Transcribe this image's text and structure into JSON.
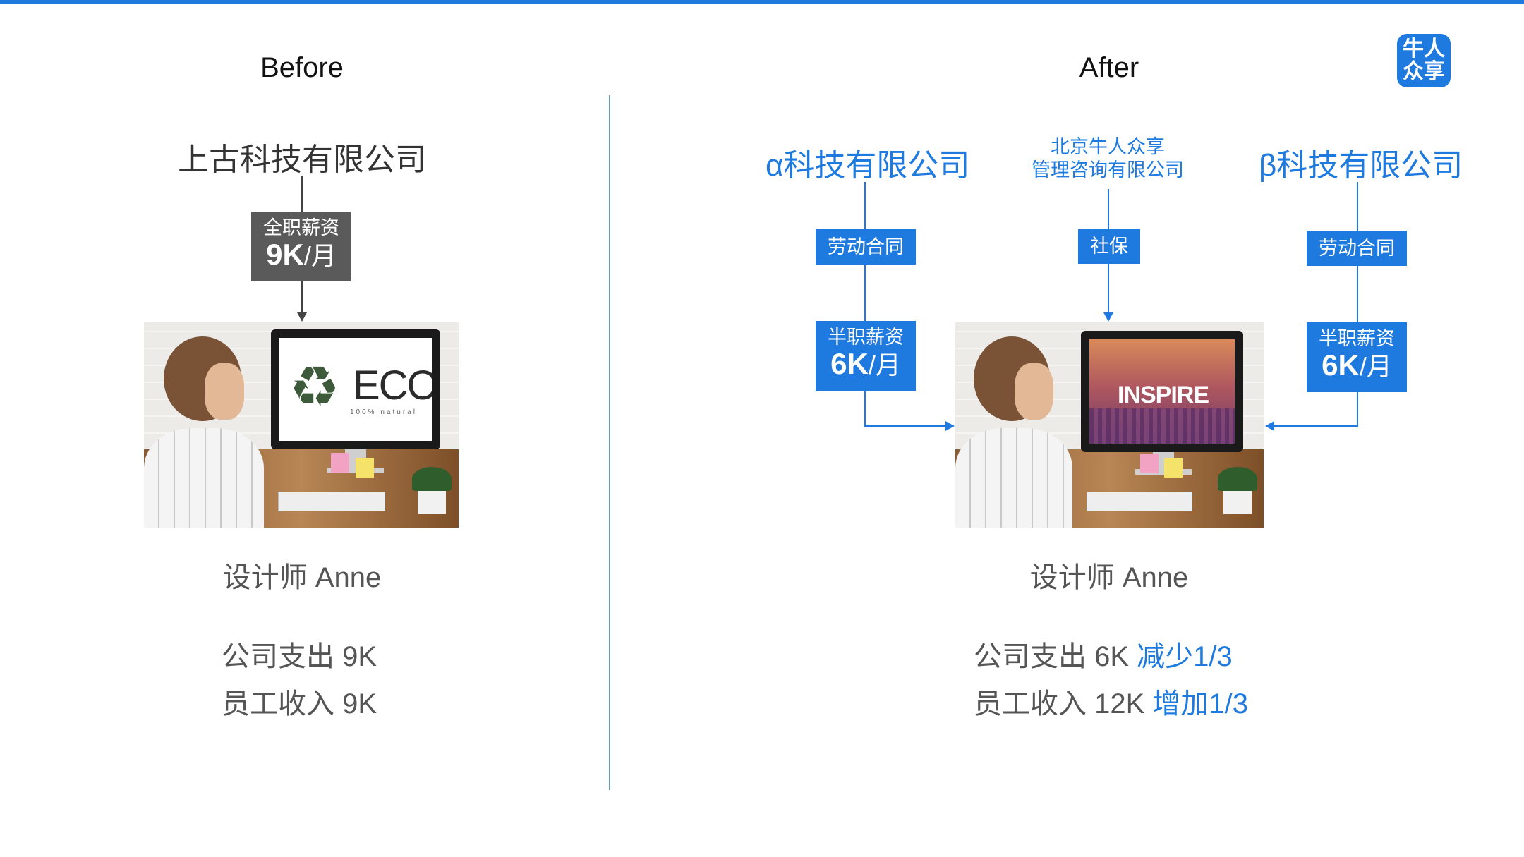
{
  "headings": {
    "before": "Before",
    "after": "After"
  },
  "logo": {
    "line1": "牛人",
    "line2": "众享"
  },
  "before": {
    "company": "上古科技有限公司",
    "salary_box": {
      "label": "全职薪资",
      "amount": "9K",
      "unit": "/月"
    },
    "screen_text": "ECO",
    "screen_subtext": "100% natural",
    "caption": "设计师 Anne",
    "stats": [
      {
        "label": "公司支出 9K"
      },
      {
        "label": "员工收入 9K"
      }
    ]
  },
  "after": {
    "company_alpha": "α科技有限公司",
    "company_center_line1": "北京牛人众享",
    "company_center_line2": "管理咨询有限公司",
    "company_beta": "β科技有限公司",
    "tag_left": "劳动合同",
    "tag_center": "社保",
    "tag_right": "劳动合同",
    "salary_left": {
      "label": "半职薪资",
      "amount": "6K",
      "unit": "/月"
    },
    "salary_right": {
      "label": "半职薪资",
      "amount": "6K",
      "unit": "/月"
    },
    "screen_text": "INSPIRE",
    "caption": "设计师 Anne",
    "stats": [
      {
        "label": "公司支出 6K",
        "highlight": "减少1/3"
      },
      {
        "label": "员工收入 12K",
        "highlight": "增加1/3"
      }
    ]
  },
  "colors": {
    "accent": "#1f7ae0",
    "dark_box": "#5a5a5a",
    "text": "#555555"
  }
}
